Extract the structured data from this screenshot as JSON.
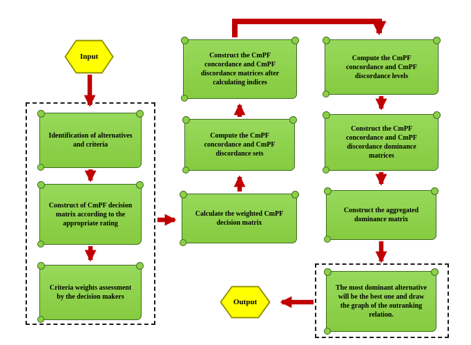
{
  "diagram": {
    "type": "flowchart",
    "colors": {
      "process_fill": "#8CD047",
      "process_border": "#3E6B21",
      "arrow": "#C00000",
      "terminal_fill": "#FFFF00",
      "terminal_border": "#8F8F00",
      "group_border": "#1A1A1A",
      "background": "#FFFFFF",
      "text": "#000000"
    }
  },
  "nodes": {
    "input": {
      "label": "Input",
      "shape": "hexagon"
    },
    "identification": {
      "label": "Identification of alternatives and criteria",
      "shape": "scroll"
    },
    "construct_matrix": {
      "label": "Construct of CmPF decision matrix according to the appropriate rating",
      "shape": "scroll"
    },
    "criteria_weights": {
      "label": "Criteria weights assessment by the decision makers",
      "shape": "scroll"
    },
    "weighted_matrix": {
      "label": "Calculate the weighted CmPF decision matrix",
      "shape": "scroll"
    },
    "concordance_sets": {
      "label": "Compute the CmPF concordance and CmPF discordance sets",
      "shape": "scroll"
    },
    "concordance_matrices": {
      "label": "Construct the CmPF concordance and CmPF discordance matrices after calculating indices",
      "shape": "scroll"
    },
    "concordance_levels": {
      "label": "Compute the CmPF concordance and CmPF discordance levels",
      "shape": "scroll"
    },
    "dominance_matrices": {
      "label": "Construct the CmPF concordance and CmPF discordance dominance matrices",
      "shape": "scroll"
    },
    "aggregated_matrix": {
      "label": "Construct the aggregated dominance matrix",
      "shape": "scroll"
    },
    "most_dominant": {
      "label": "The most dominant alternative will be the best one and draw the graph of the outranking relation.",
      "shape": "scroll"
    },
    "output": {
      "label": "Output",
      "shape": "hexagon"
    }
  },
  "edges": [
    {
      "from": "input",
      "to": "identification"
    },
    {
      "from": "identification",
      "to": "construct_matrix"
    },
    {
      "from": "construct_matrix",
      "to": "criteria_weights"
    },
    {
      "from": "construct_matrix",
      "to": "weighted_matrix"
    },
    {
      "from": "weighted_matrix",
      "to": "concordance_sets"
    },
    {
      "from": "concordance_sets",
      "to": "concordance_matrices"
    },
    {
      "from": "concordance_matrices",
      "to": "concordance_levels"
    },
    {
      "from": "concordance_levels",
      "to": "dominance_matrices"
    },
    {
      "from": "dominance_matrices",
      "to": "aggregated_matrix"
    },
    {
      "from": "aggregated_matrix",
      "to": "most_dominant"
    },
    {
      "from": "most_dominant",
      "to": "output"
    }
  ]
}
